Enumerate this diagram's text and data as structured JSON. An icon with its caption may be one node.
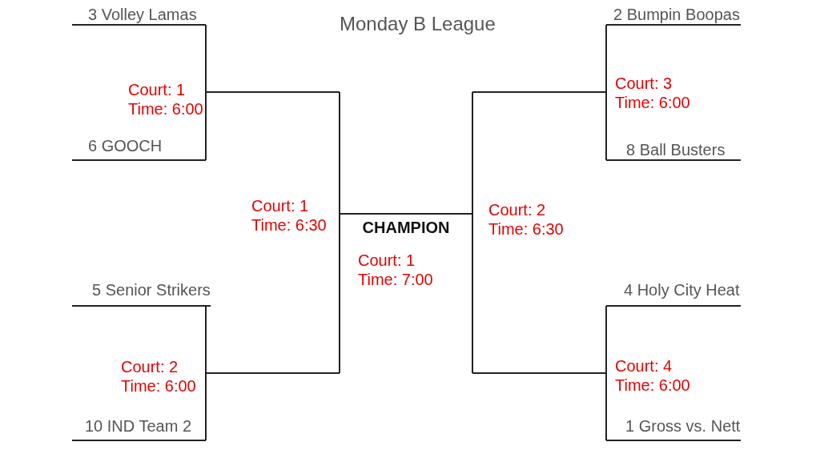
{
  "diagram": {
    "title": "Monday B League",
    "nodes": [
      {
        "text": [
          "3 Volley Lamas"
        ]
      },
      {
        "text": [
          "6 GOOCH"
        ]
      },
      {
        "text": [
          "5 Senior Strikers"
        ]
      },
      {
        "text": [
          "10 IND Team 2"
        ]
      },
      {
        "text": [
          "2 Bumpin Boopas"
        ]
      },
      {
        "text": [
          "8 Ball Busters"
        ]
      },
      {
        "text": [
          "4 Holy City Heat"
        ]
      },
      {
        "text": [
          "1 Gross vs. Nett"
        ]
      },
      {
        "text": [],
        "shape": "line",
        "beside": [
          "Court: 1 Time: 6:00"
        ]
      },
      {
        "text": [],
        "shape": "line",
        "beside": [
          "Court: 2 Time: 6:00"
        ]
      },
      {
        "text": [],
        "shape": "line",
        "beside": [
          "Court: 3 Time: 6:00"
        ]
      },
      {
        "text": [],
        "shape": "line",
        "beside": [
          "Court: 4 Time: 6:00"
        ]
      },
      {
        "text": [
          "CHAMPION"
        ],
        "beside": [
          "Court: 1 Time: 7:00"
        ]
      }
    ],
    "edges": [
      {
        "from": 0,
        "to": 8,
        "arrow": "none"
      },
      {
        "from": 1,
        "to": 8,
        "arrow": "none"
      },
      {
        "from": 2,
        "to": 9,
        "arrow": "none"
      },
      {
        "from": 3,
        "to": 9,
        "arrow": "none"
      },
      {
        "from": 4,
        "to": 10,
        "arrow": "none"
      },
      {
        "from": 5,
        "to": 10,
        "arrow": "none"
      },
      {
        "from": 6,
        "to": 11,
        "arrow": "none"
      },
      {
        "from": 7,
        "to": 11,
        "arrow": "none"
      },
      {
        "from": 8,
        "to": 12,
        "arrow": "none"
      },
      {
        "from": 9,
        "to": 12,
        "arrow": "none"
      },
      {
        "from": 10,
        "to": 12,
        "arrow": "none"
      },
      {
        "from": 11,
        "to": 12,
        "arrow": "none"
      }
    ],
    "labels": [
      "Court: 1 Time: 6:30",
      "Court: 2 Time: 6:30"
    ]
  }
}
